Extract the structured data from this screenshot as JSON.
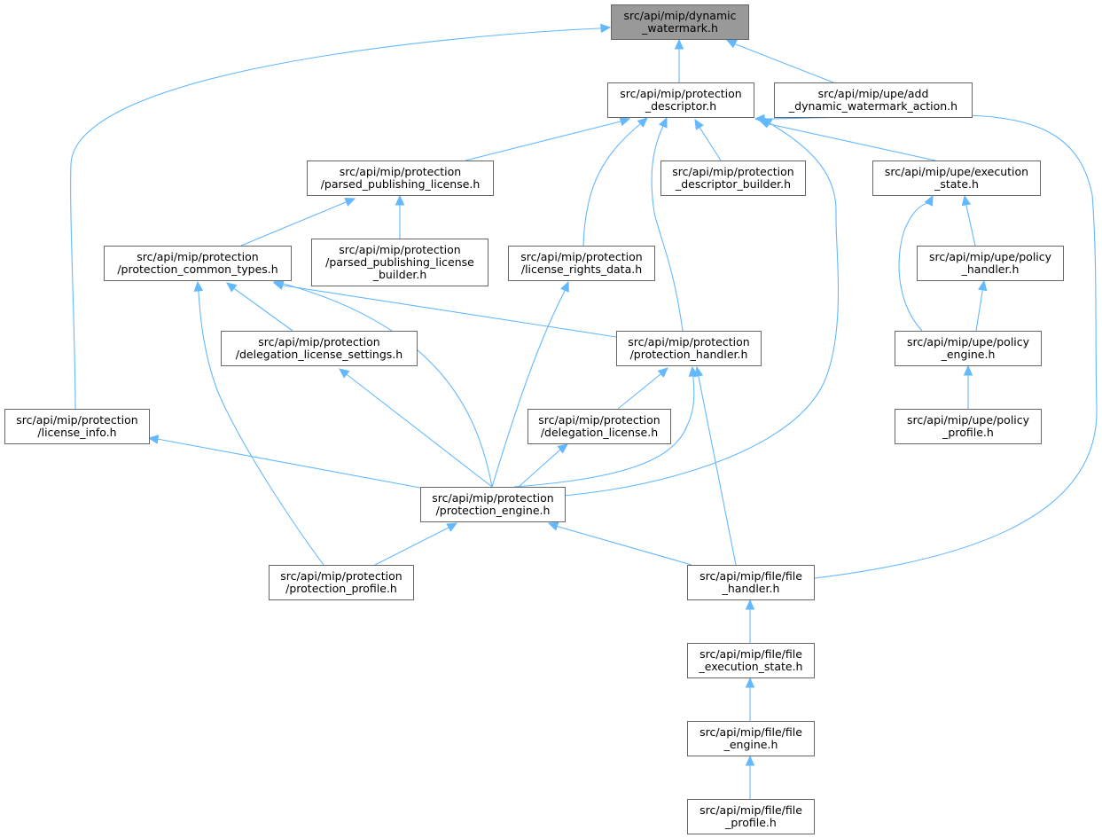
{
  "colors": {
    "edge": "#63b8ff",
    "node_border": "#666666",
    "focus_fill": "#999999",
    "node_fill": "#ffffff"
  },
  "nodes": {
    "dynamic_watermark": [
      "src/api/mip/dynamic",
      "_watermark.h"
    ],
    "protection_descriptor": [
      "src/api/mip/protection",
      "_descriptor.h"
    ],
    "add_dynamic_watermark_action": [
      "src/api/mip/upe/add",
      "_dynamic_watermark_action.h"
    ],
    "parsed_publishing_license": [
      "src/api/mip/protection",
      "/parsed_publishing_license.h"
    ],
    "protection_descriptor_builder": [
      "src/api/mip/protection",
      "_descriptor_builder.h"
    ],
    "execution_state": [
      "src/api/mip/upe/execution",
      "_state.h"
    ],
    "protection_common_types": [
      "src/api/mip/protection",
      "/protection_common_types.h"
    ],
    "parsed_publishing_license_builder": [
      "src/api/mip/protection",
      "/parsed_publishing_license",
      "_builder.h"
    ],
    "license_rights_data": [
      "src/api/mip/protection",
      "/license_rights_data.h"
    ],
    "policy_handler": [
      "src/api/mip/upe/policy",
      "_handler.h"
    ],
    "delegation_license_settings": [
      "src/api/mip/protection",
      "/delegation_license_settings.h"
    ],
    "protection_handler": [
      "src/api/mip/protection",
      "/protection_handler.h"
    ],
    "policy_engine": [
      "src/api/mip/upe/policy",
      "_engine.h"
    ],
    "license_info": [
      "src/api/mip/protection",
      "/license_info.h"
    ],
    "delegation_license": [
      "src/api/mip/protection",
      "/delegation_license.h"
    ],
    "policy_profile": [
      "src/api/mip/upe/policy",
      "_profile.h"
    ],
    "protection_engine": [
      "src/api/mip/protection",
      "/protection_engine.h"
    ],
    "protection_profile": [
      "src/api/mip/protection",
      "/protection_profile.h"
    ],
    "file_handler": [
      "src/api/mip/file/file",
      "_handler.h"
    ],
    "file_execution_state": [
      "src/api/mip/file/file",
      "_execution_state.h"
    ],
    "file_engine": [
      "src/api/mip/file/file",
      "_engine.h"
    ],
    "file_profile": [
      "src/api/mip/file/file",
      "_profile.h"
    ]
  }
}
